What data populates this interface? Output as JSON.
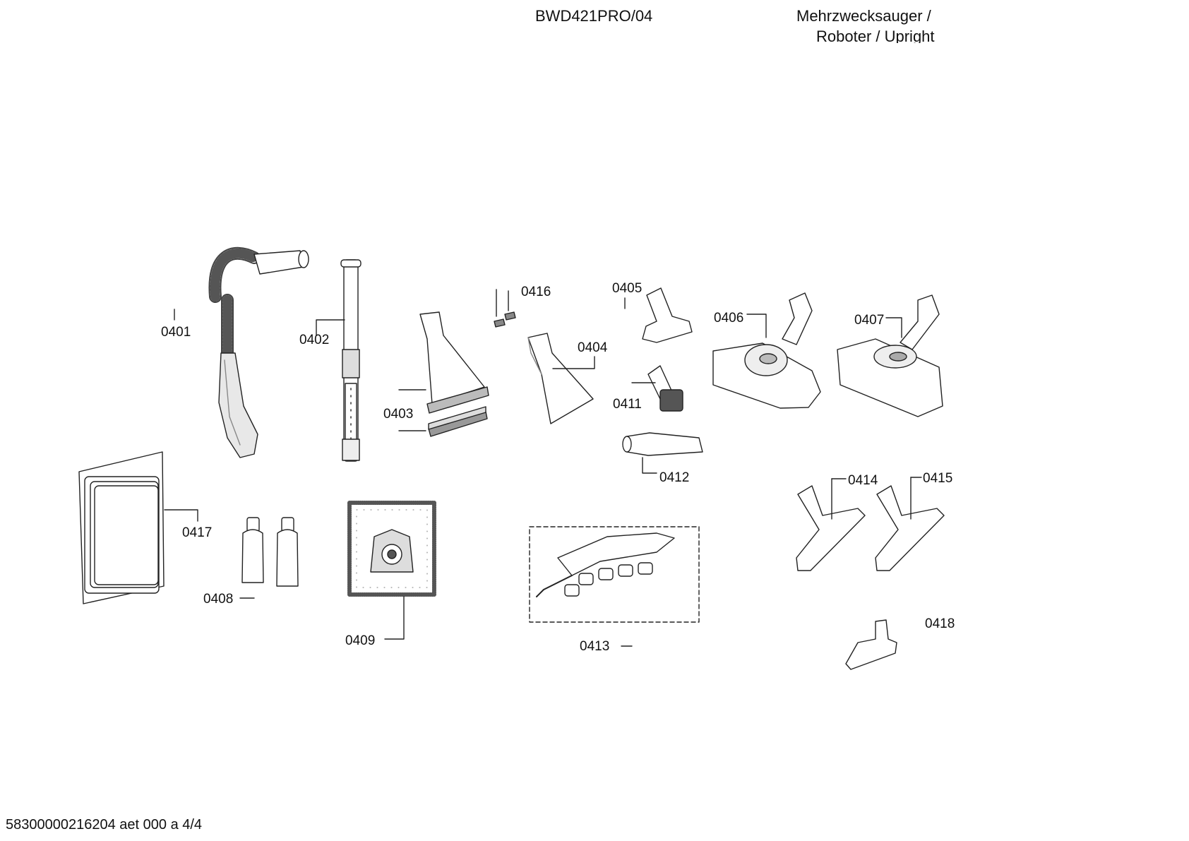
{
  "header": {
    "model": "BWD421PRO/04",
    "category_line1": "Mehrzwecksauger /",
    "category_line2": "Roboter / Upright"
  },
  "parts": [
    {
      "id": "p0401",
      "label": "0401"
    },
    {
      "id": "p0402",
      "label": "0402"
    },
    {
      "id": "p0403",
      "label": "0403"
    },
    {
      "id": "p0404",
      "label": "0404"
    },
    {
      "id": "p0405",
      "label": "0405"
    },
    {
      "id": "p0406",
      "label": "0406"
    },
    {
      "id": "p0407",
      "label": "0407"
    },
    {
      "id": "p0408",
      "label": "0408"
    },
    {
      "id": "p0409",
      "label": "0409"
    },
    {
      "id": "p0411",
      "label": "0411"
    },
    {
      "id": "p0412",
      "label": "0412"
    },
    {
      "id": "p0413",
      "label": "0413"
    },
    {
      "id": "p0414",
      "label": "0414"
    },
    {
      "id": "p0415",
      "label": "0415"
    },
    {
      "id": "p0416",
      "label": "0416"
    },
    {
      "id": "p0417",
      "label": "0417"
    },
    {
      "id": "p0418",
      "label": "0418"
    }
  ],
  "footer": {
    "doc_id": "58300000216204 aet 000 a 4/4"
  }
}
